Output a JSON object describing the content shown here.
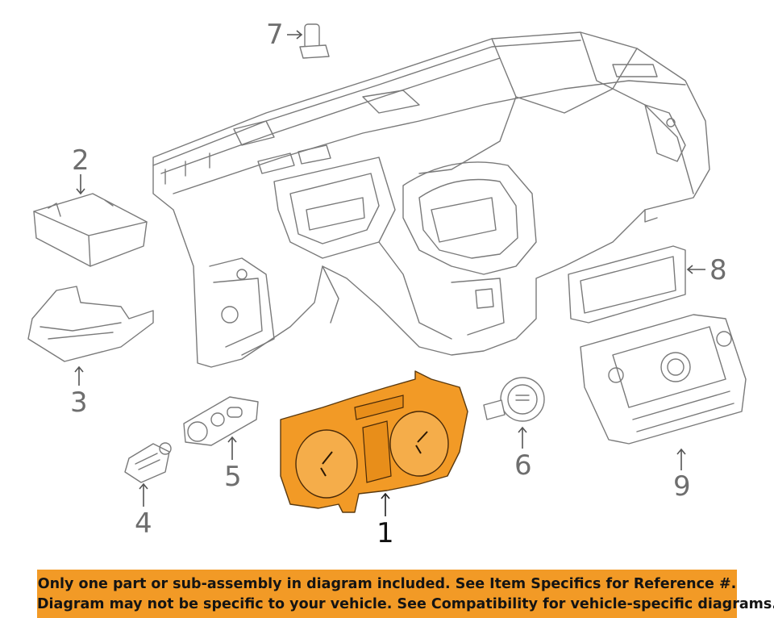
{
  "callouts": {
    "c1": "1",
    "c2": "2",
    "c3": "3",
    "c4": "4",
    "c5": "5",
    "c6": "6",
    "c7": "7",
    "c8": "8",
    "c9": "9"
  },
  "banner": {
    "line1": "Only one part or sub-assembly in diagram included. See Item Specifics for Reference #.",
    "line2": "Diagram may not be specific to your vehicle. See Compatibility for vehicle-specific diagrams."
  },
  "colors": {
    "highlight": "#f29a26",
    "line": "#7a7a7a",
    "banner_bg": "#f29a26"
  }
}
